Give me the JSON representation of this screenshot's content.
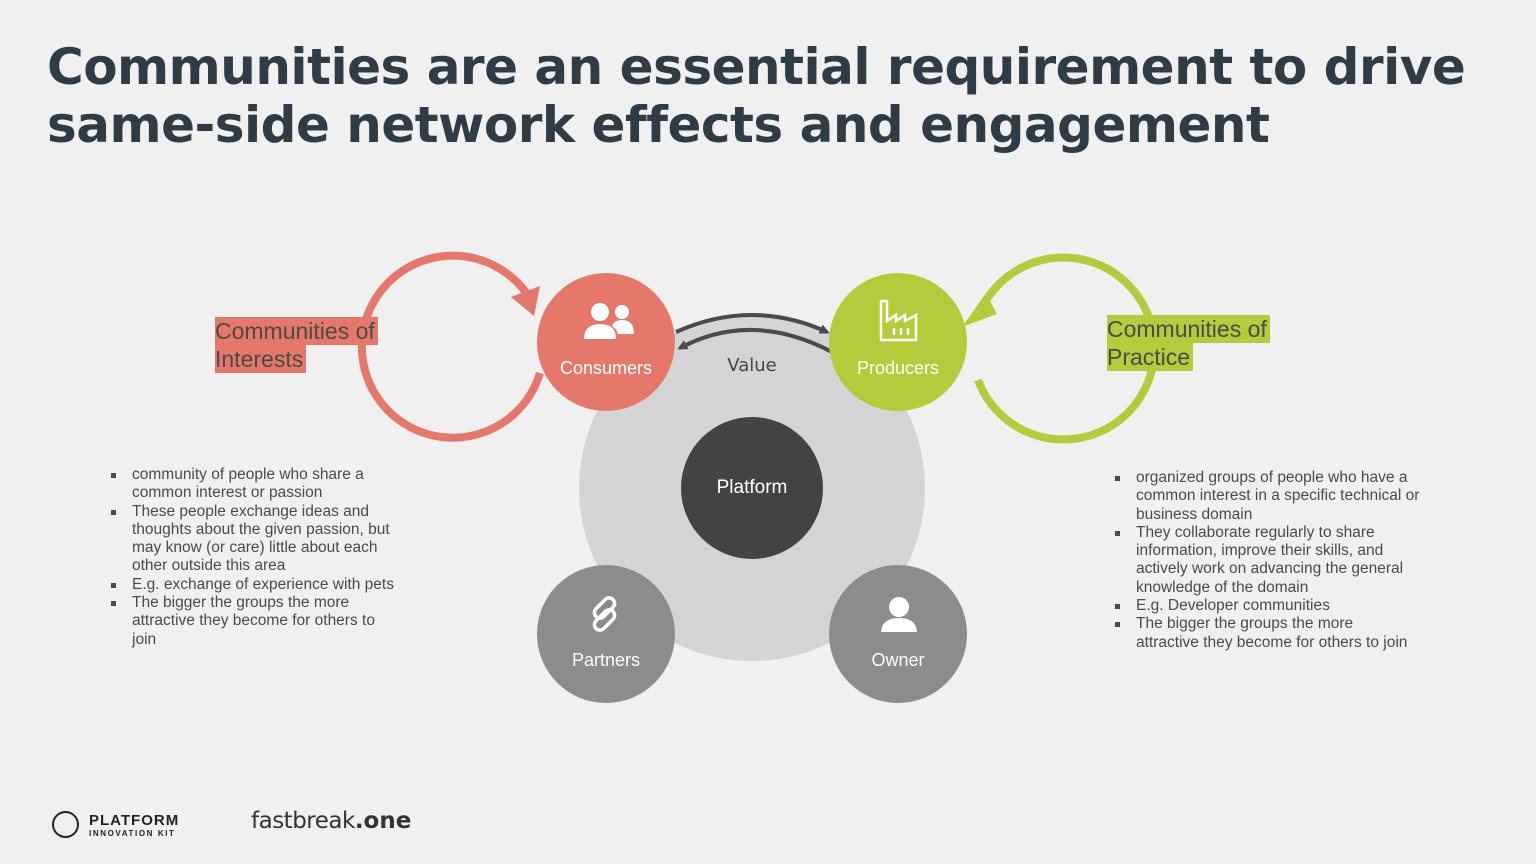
{
  "title": {
    "line1": "Communities are an essential requirement to drive",
    "line2": "same-side network effects and engagement"
  },
  "diagram": {
    "nodes": {
      "consumers": "Consumers",
      "producers": "Producers",
      "platform": "Platform",
      "partners": "Partners",
      "owner": "Owner"
    },
    "value_label": "Value",
    "icons": {
      "consumers": "users-icon",
      "producers": "factory-icon",
      "partners": "link-icon",
      "owner": "user-icon"
    },
    "colors": {
      "consumers": "#e5786b",
      "producers": "#b6cb3c",
      "platform": "#434343",
      "satellite": "#8c8c8c",
      "ring": "#d4d4d4"
    }
  },
  "left": {
    "label_line1": "Communities of",
    "label_line2": "Interests",
    "bullets": [
      "community of people who share a common interest or passion",
      "These people exchange ideas and thoughts about the given passion, but may know (or care) little about each other outside this area",
      "E.g. exchange of experience with pets",
      "The bigger the groups the more attractive they become for others to join"
    ]
  },
  "right": {
    "label_line1": "Communities of",
    "label_line2": "Practice",
    "bullets": [
      "organized groups of people who have a common interest in a specific technical or business domain",
      "They collaborate regularly to share information, improve their skills, and actively work on advancing the general knowledge of the domain",
      "E.g. Developer communities",
      "The bigger the groups the more attractive they become for others to join"
    ]
  },
  "footer": {
    "logo1_line1": "PLATFORM",
    "logo1_line2": "INNOVATION KIT",
    "logo2_main": "fastbreak",
    "logo2_suffix": ".one"
  }
}
